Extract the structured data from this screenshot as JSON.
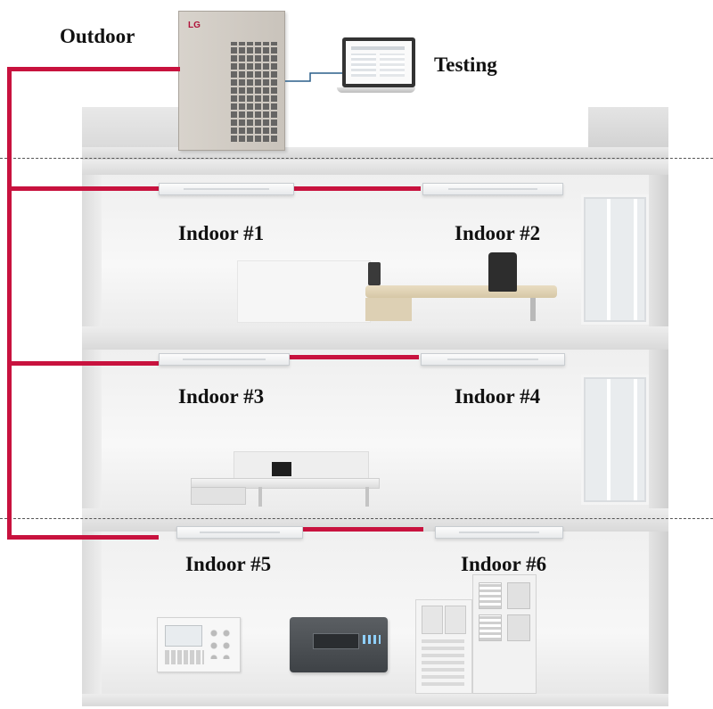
{
  "labels": {
    "outdoor": "Outdoor",
    "testing": "Testing",
    "indoor1": "Indoor #1",
    "indoor2": "Indoor #2",
    "indoor3": "Indoor #3",
    "indoor4": "Indoor #4",
    "indoor5": "Indoor #5",
    "indoor6": "Indoor #6"
  },
  "outdoor_unit": {
    "logo": "LG"
  },
  "colors": {
    "pipe": "#c8123e",
    "building_wall": "#e6e6e6",
    "floor_slab": "#d9d9d9",
    "dashed_line": "#555555"
  }
}
